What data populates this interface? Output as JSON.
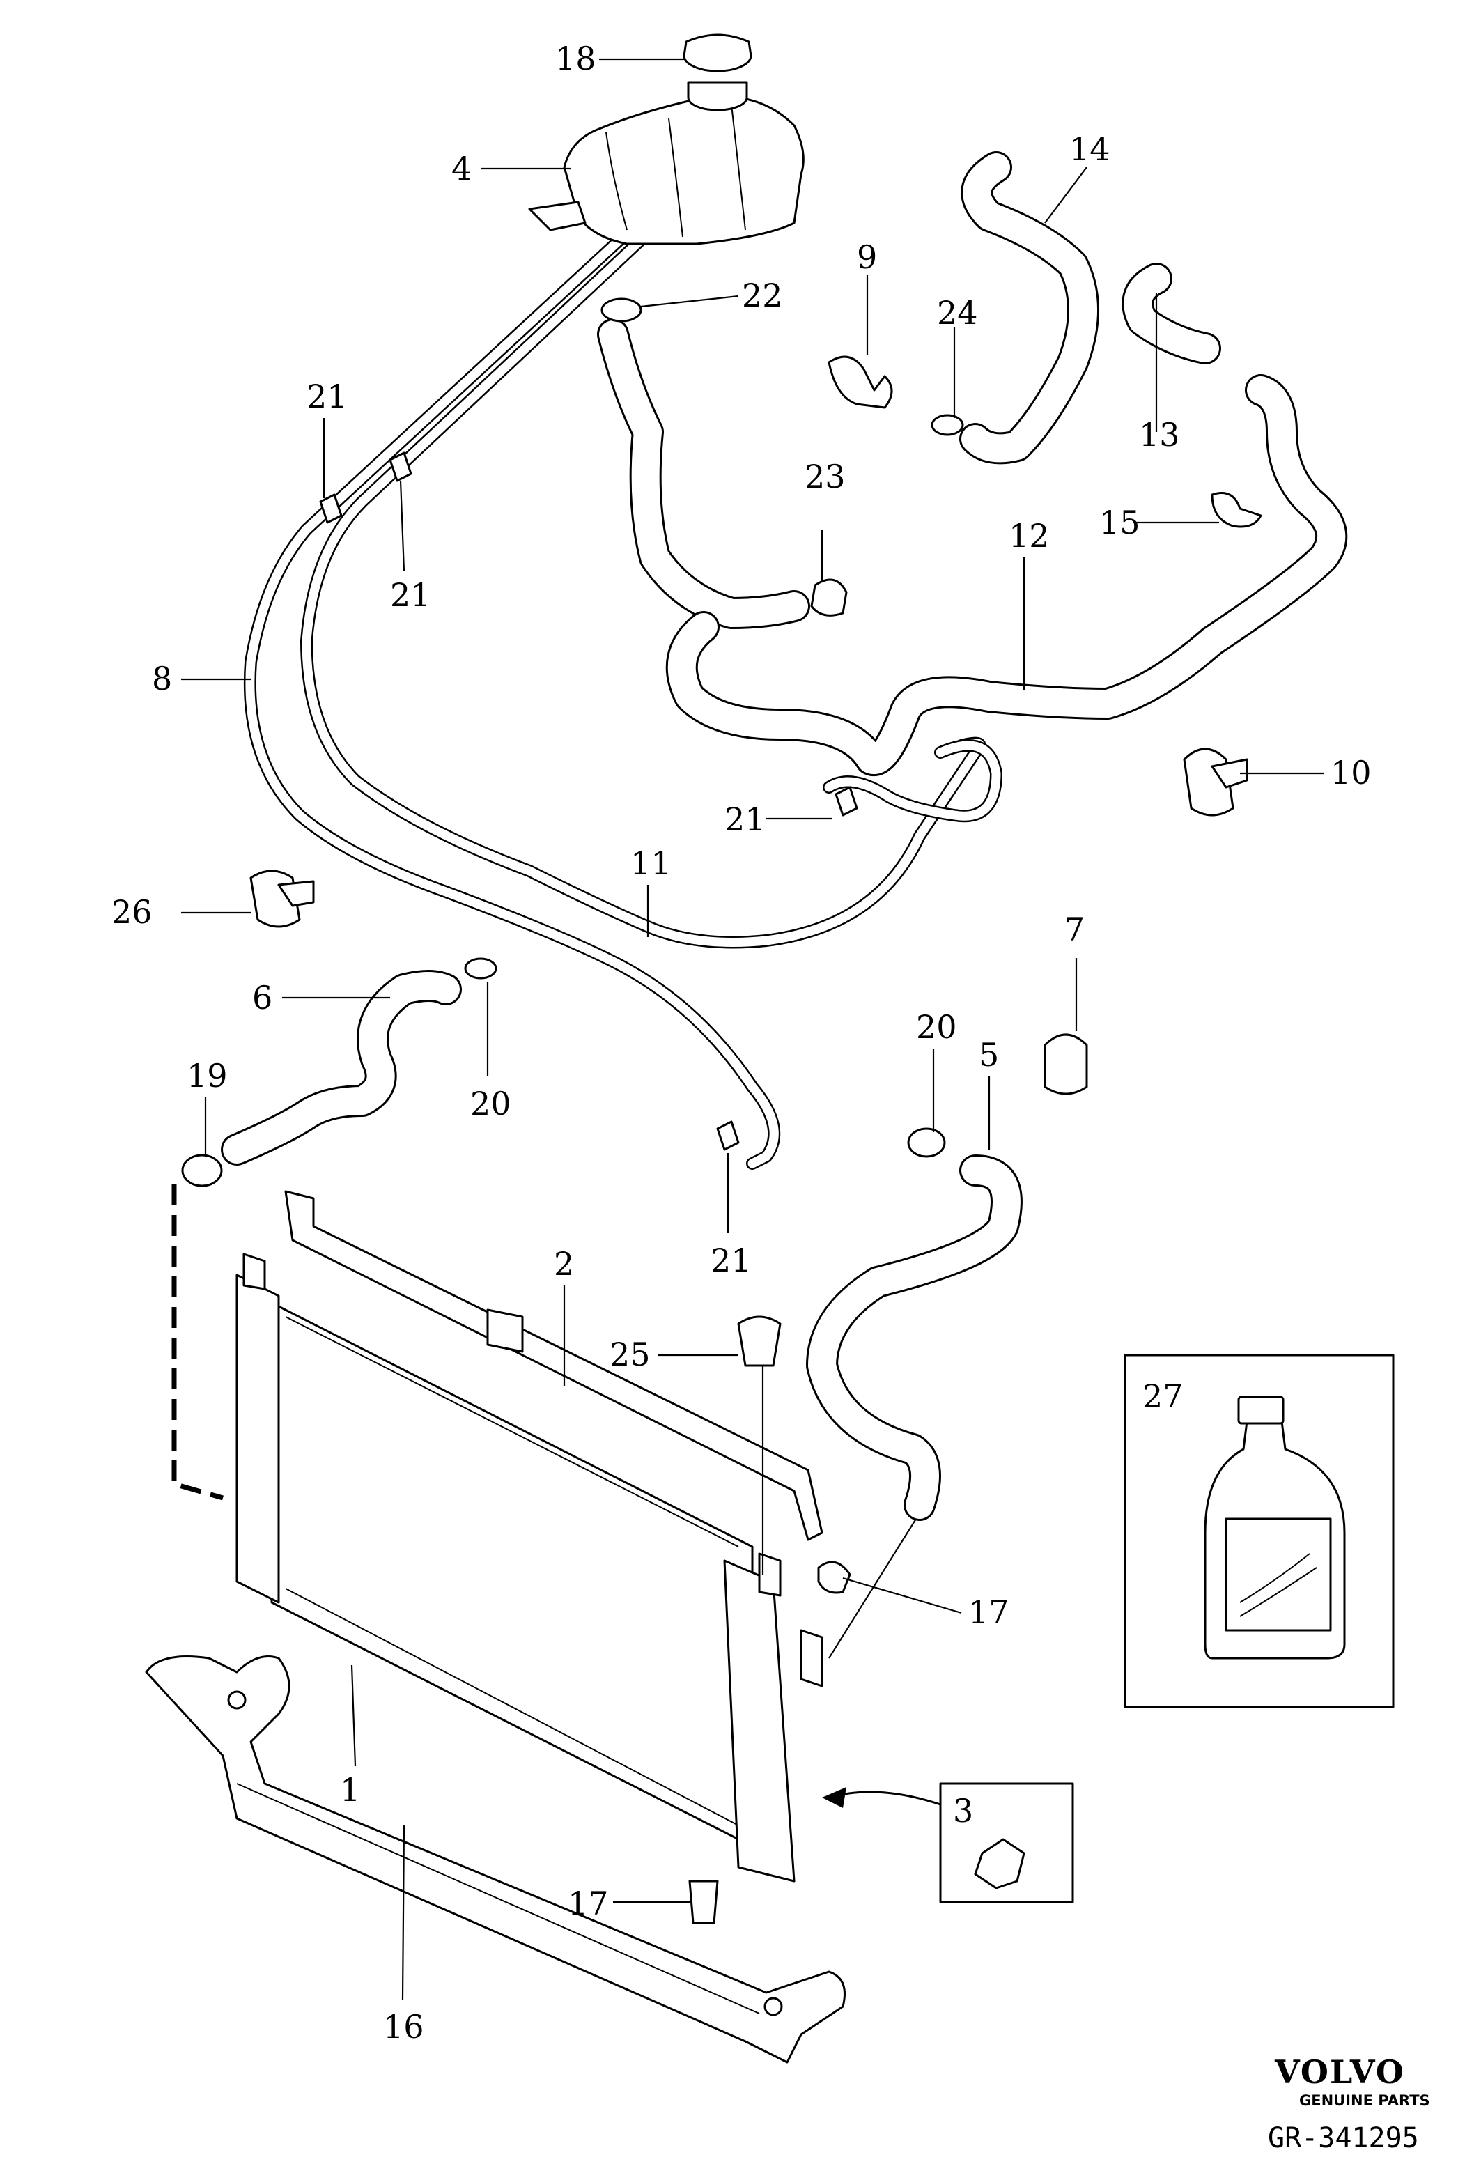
{
  "diagram": {
    "callouts": {
      "c1": "1",
      "c2": "2",
      "c3": "3",
      "c4": "4",
      "c5": "5",
      "c6": "6",
      "c7": "7",
      "c8": "8",
      "c9": "9",
      "c10": "10",
      "c11": "11",
      "c12": "12",
      "c13": "13",
      "c14": "14",
      "c15": "15",
      "c16": "16",
      "c17a": "17",
      "c17b": "17",
      "c18": "18",
      "c19": "19",
      "c20a": "20",
      "c20b": "20",
      "c21a": "21",
      "c21b": "21",
      "c21c": "21",
      "c21d": "21",
      "c22": "22",
      "c23": "23",
      "c24": "24",
      "c25": "25",
      "c26": "26",
      "c27": "27"
    }
  },
  "brand": {
    "logo": "VOLVO",
    "tagline": "GENUINE PARTS",
    "reference": "GR-341295"
  }
}
